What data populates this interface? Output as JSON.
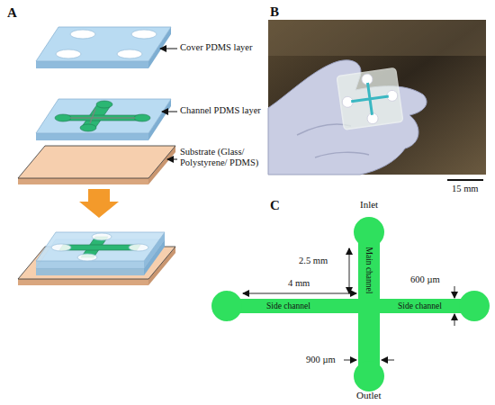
{
  "diagram": {
    "labels": [
      "A",
      "Cover PDMS layer",
      "Channel PDMS layer",
      "Substrate (Glass/ Polystyrene/ PDMS)",
      "B",
      "15 mm",
      "C",
      "Inlet",
      "2.5 mm",
      "4 mm",
      "Main channel",
      "600 µm",
      "Side channel",
      "Side channel",
      "900 µm",
      "Outlet"
    ]
  }
}
